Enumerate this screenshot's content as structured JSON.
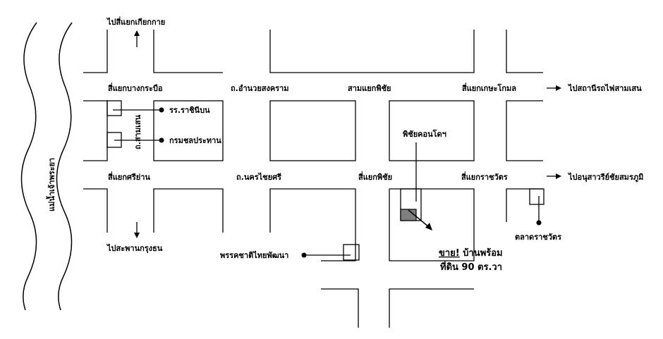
{
  "river": {
    "label": "แม่น้ำเจ้าพระยา"
  },
  "roads": {
    "samsen": "ถ.สามเสน",
    "amnuay_songkhram": "ถ.อำนวยสงคราม",
    "nakhon_chaisi": "ถ.นครไชยศรี"
  },
  "junctions": {
    "bang_krabue": "สี่แยกบางกระบือ",
    "sam_yaek_phichai": "สามแยกพิชัย",
    "kasem_kamon": "สี่แยกเกษะโกมล",
    "si_yan": "สี่แยกศรีย่าน",
    "phichai": "สี่แยกพิชัย",
    "ratchawat": "สี่แยกราชวัตร"
  },
  "directions": {
    "to_kiak_kai": "ไปสี่แยกเกียกกาย",
    "to_samsen_station": "ไปสถานีรถไฟสามเสน",
    "to_victory_monument": "ไปอนุสาวรีย์ชัยสมรภูมิ",
    "to_krungthon_bridge": "ไปสะพานกรุงธน"
  },
  "landmarks": {
    "rachinibon_school": "รร.ราชินีบน",
    "irrigation_dept": "กรมชลประทาน",
    "phichai_condo": "พิชัยคอนโดฯ",
    "chart_thai_party": "พรรคชาติไทยพัฒนา",
    "ratchawat_market": "ตลาดราชวัตร"
  },
  "sale_notice": {
    "line1_emphasis": "ขาย!",
    "line1_rest": " บ้านพร้อม",
    "line2": "ที่ดิน 90 ตร.วา"
  },
  "colors": {
    "ink": "#000000",
    "background": "#ffffff",
    "property_fill": "#7f7f7f"
  }
}
